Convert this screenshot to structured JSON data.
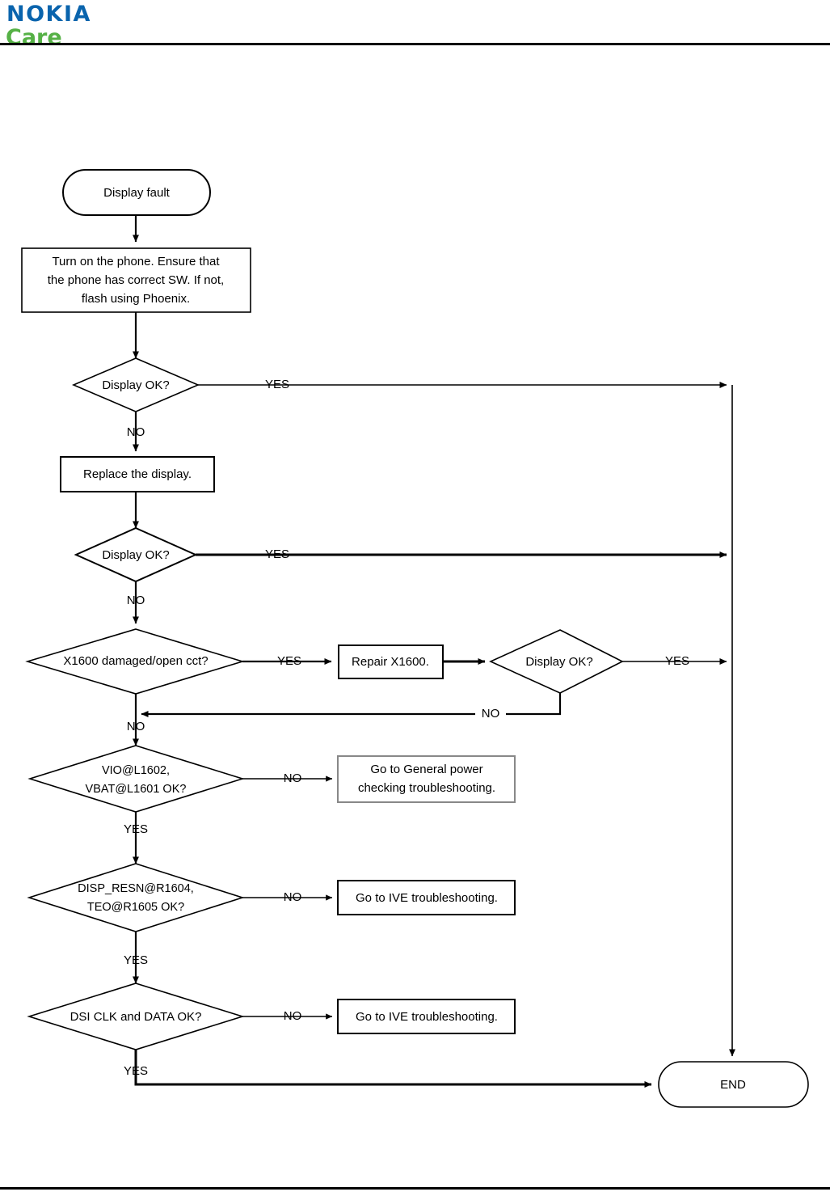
{
  "header": {
    "brand_primary": "NOKIA",
    "brand_secondary": "Care",
    "brand_primary_color": "#0a64ad",
    "brand_secondary_color": "#56b146"
  },
  "diagram": {
    "type": "flowchart",
    "title": "Display fault troubleshooting",
    "nodes": [
      {
        "id": "start",
        "shape": "terminator",
        "text": "Display fault"
      },
      {
        "id": "turn_on",
        "shape": "process",
        "line1": "Turn on the phone. Ensure that",
        "line2": "the phone has correct SW. If not,",
        "line3": "flash using Phoenix."
      },
      {
        "id": "disp_ok_1",
        "shape": "decision",
        "text": "Display OK?"
      },
      {
        "id": "replace",
        "shape": "process",
        "text": "Replace the display."
      },
      {
        "id": "disp_ok_2",
        "shape": "decision",
        "text": "Display OK?"
      },
      {
        "id": "x1600",
        "shape": "decision",
        "text": "X1600 damaged/open cct?"
      },
      {
        "id": "repair_x1600",
        "shape": "process",
        "text": "Repair X1600."
      },
      {
        "id": "disp_ok_3",
        "shape": "decision",
        "text": "Display OK?"
      },
      {
        "id": "vio",
        "shape": "decision",
        "line1": "VIO@L1602,",
        "line2": "VBAT@L1601 OK?"
      },
      {
        "id": "gen_power",
        "shape": "process",
        "line1": "Go to General power",
        "line2": "checking troubleshooting.",
        "border_color": "#888888"
      },
      {
        "id": "disp_resn",
        "shape": "decision",
        "line1": "DISP_RESN@R1604,",
        "line2": "TEO@R1605 OK?"
      },
      {
        "id": "ive_1",
        "shape": "process",
        "text": "Go to IVE troubleshooting."
      },
      {
        "id": "dsi",
        "shape": "decision",
        "text": "DSI CLK and DATA OK?"
      },
      {
        "id": "ive_2",
        "shape": "process",
        "text": "Go to IVE troubleshooting."
      },
      {
        "id": "end",
        "shape": "terminator",
        "text": "END"
      }
    ],
    "edge_labels": {
      "yes_1": "YES",
      "no_1": "NO",
      "yes_2": "YES",
      "no_2": "NO",
      "yes_x1600": "YES",
      "no_x1600": "NO",
      "yes_3": "YES",
      "no_3": "NO",
      "no_vio": "NO",
      "yes_vio": "YES",
      "no_resn": "NO",
      "yes_resn": "YES",
      "no_dsi": "NO",
      "yes_dsi": "YES"
    }
  }
}
